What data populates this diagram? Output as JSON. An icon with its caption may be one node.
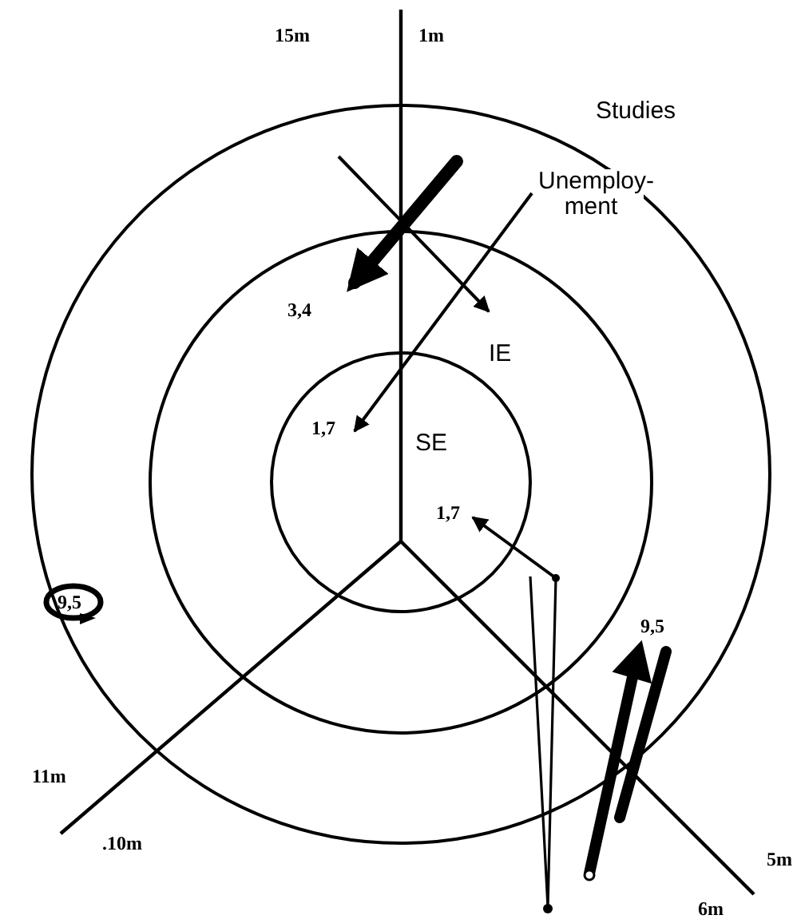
{
  "diagram": {
    "nodes": [
      {
        "text": [
          "Studies"
        ]
      },
      {
        "text": [
          "Unemploy-ment"
        ],
        "in": 0
      },
      {
        "text": [
          "IE"
        ],
        "in": 1
      },
      {
        "text": [
          "SE"
        ],
        "in": 2
      }
    ],
    "labels": [
      "15m",
      "1m",
      "3,4",
      "1,7",
      "1,7",
      "9,5",
      "9,5",
      "11m",
      ".10m",
      "5m",
      "6m"
    ]
  }
}
